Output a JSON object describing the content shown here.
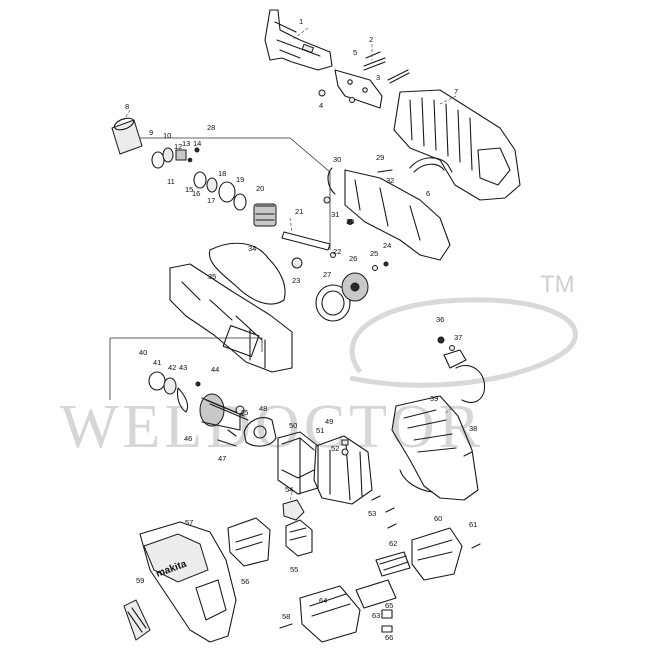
{
  "watermark": {
    "text": "WELDOCTOR",
    "mark": "TM"
  },
  "brand_on_housing": "makita",
  "labels": {
    "n1": "1",
    "n2": "2",
    "n3": "3",
    "n4": "4",
    "n5": "5",
    "n6": "6",
    "n7": "7",
    "n8": "8",
    "n9": "9",
    "n10": "10",
    "n11": "11",
    "n12": "12",
    "n13": "13",
    "n14": "14",
    "n15": "15",
    "n16": "16",
    "n17": "17",
    "n18": "18",
    "n19": "19",
    "n20": "20",
    "n21": "21",
    "n22": "22",
    "n23": "23",
    "n24": "24",
    "n25": "25",
    "n26": "26",
    "n27": "27",
    "n28": "28",
    "n29": "29",
    "n30": "30",
    "n31": "31",
    "n32": "32",
    "n33": "33",
    "n34": "34",
    "n35": "35",
    "n36": "36",
    "n37": "37",
    "n38": "38",
    "n39": "39",
    "n40": "40",
    "n41": "41",
    "n42": "42",
    "n43": "43",
    "n44": "44",
    "n45": "45",
    "n46": "46",
    "n47": "47",
    "n48": "48",
    "n49": "49",
    "n50": "50",
    "n51": "51",
    "n52": "52",
    "n53": "53",
    "n54": "54",
    "n55": "55",
    "n56": "56",
    "n57": "57",
    "n58": "58",
    "n59": "59",
    "n60": "60",
    "n61": "61",
    "n62": "62",
    "n63": "63",
    "n64": "64",
    "n65": "65",
    "n66": "66"
  }
}
